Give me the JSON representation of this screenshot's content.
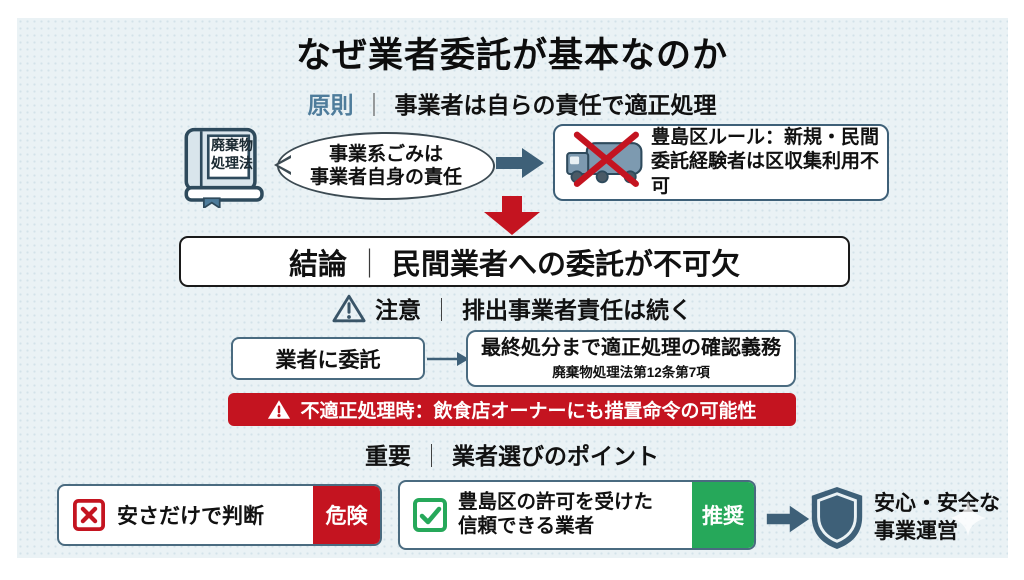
{
  "slide": {
    "title": "なぜ業者委託が基本なのか",
    "principle": {
      "label": "原則",
      "divider": "｜",
      "text": "事業者は自らの責任で適正処理"
    },
    "law": {
      "book_line1": "廃棄物",
      "book_line2": "処理法",
      "bubble_line1": "事業系ごみは",
      "bubble_line2": "事業者自身の責任",
      "rule_line1": "豊島区ルール：新規・民間",
      "rule_line2": "委託経験者は区収集利用不可"
    },
    "conclusion": {
      "label": "結論",
      "divider": "｜",
      "text": "民間業者への委託が不可欠"
    },
    "caution": {
      "label": "注意",
      "divider": "｜",
      "text": "排出事業者責任は続く"
    },
    "duty": {
      "from": "業者に委託",
      "to_main": "最終処分まで適正処理の確認義務",
      "to_sub": "廃棄物処理法第12条第7項"
    },
    "alert": {
      "text": "不適正処理時：飲食店オーナーにも措置命令の可能性"
    },
    "important": {
      "label": "重要",
      "divider": "｜",
      "text": "業者選びのポイント"
    },
    "options": {
      "bad": {
        "text": "安さだけで判断",
        "badge": "危険"
      },
      "good": {
        "line1": "豊島区の許可を受けた",
        "line2": "信頼できる業者",
        "badge": "推奨"
      },
      "outcome": {
        "line1": "安心・安全な",
        "line2": "事業運営"
      }
    },
    "colors": {
      "accent_blue": "#4e7c9b",
      "slate": "#3e6078",
      "red": "#c41420",
      "green": "#26a85a",
      "background": "#eaf2f5"
    }
  }
}
